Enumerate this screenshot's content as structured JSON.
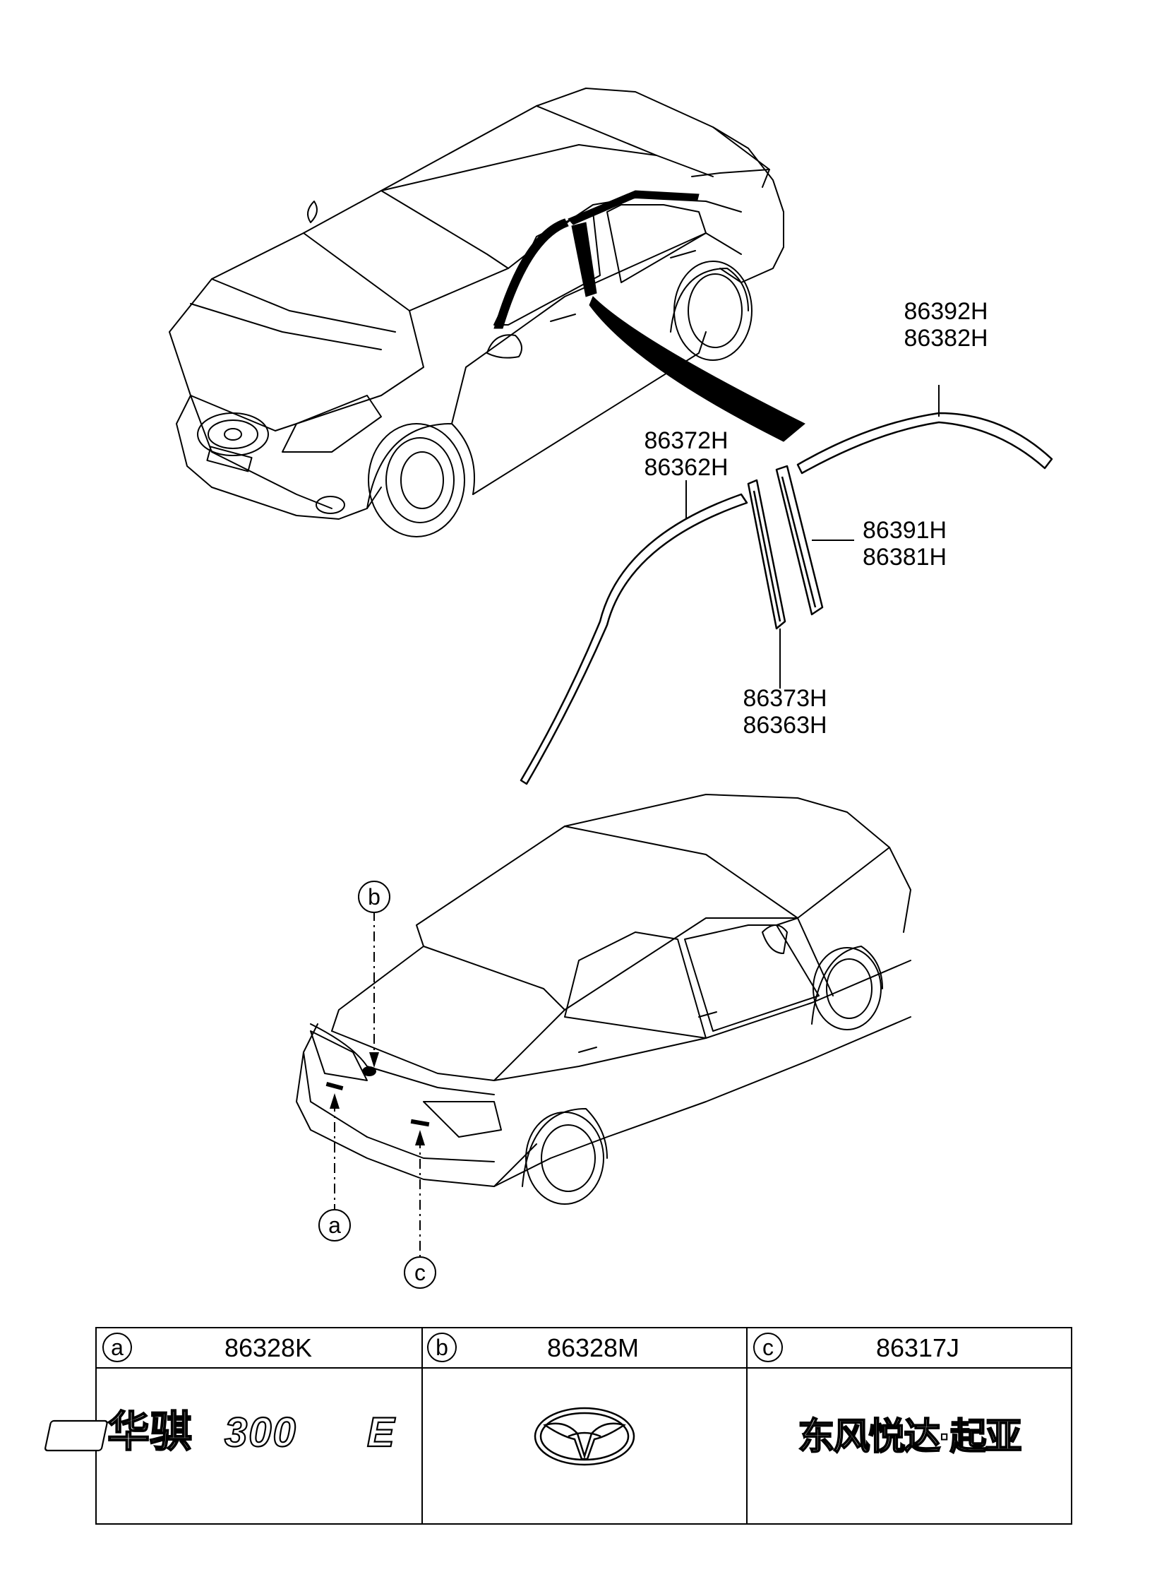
{
  "callouts": {
    "upper_right_strip": [
      "86392H",
      "86382H"
    ],
    "long_strip": [
      "86372H",
      "86362H"
    ],
    "rear_strip": [
      "86391H",
      "86381H"
    ],
    "pillar_strip": [
      "86373H",
      "86363H"
    ]
  },
  "markers": {
    "a": "a",
    "b": "b",
    "c": "c"
  },
  "table": {
    "columns": [
      {
        "letter": "a",
        "part": "86328K",
        "emblem": "logo-text-huasai-300e",
        "emblem_text_cn": "华骐",
        "emblem_text_num": "300",
        "emblem_text_box": "E"
      },
      {
        "letter": "b",
        "part": "86328M",
        "emblem": "oval-brand-logo"
      },
      {
        "letter": "c",
        "part": "86317J",
        "emblem": "logo-text-dongfeng-yueda-kia",
        "emblem_text_cn": "东风悦达·起亚"
      }
    ]
  }
}
